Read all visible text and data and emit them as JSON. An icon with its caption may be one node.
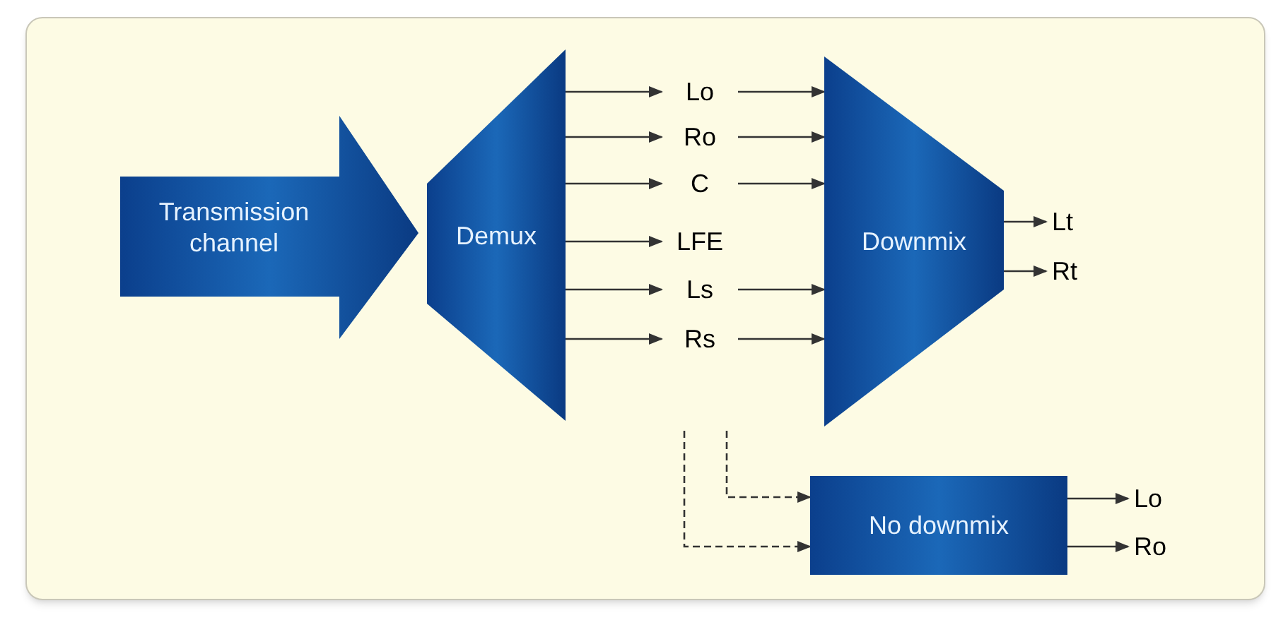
{
  "diagram": {
    "nodes": [
      {
        "text": [
          "Transmission channel"
        ]
      },
      {
        "text": [
          "Demux"
        ]
      },
      {
        "text": [
          "Lo"
        ]
      },
      {
        "text": [
          "Ro"
        ]
      },
      {
        "text": [
          "C"
        ]
      },
      {
        "text": [
          "LFE"
        ]
      },
      {
        "text": [
          "Ls"
        ]
      },
      {
        "text": [
          "Rs"
        ]
      },
      {
        "text": [
          "Downmix"
        ]
      },
      {
        "text": [
          "Lt"
        ]
      },
      {
        "text": [
          "Rt"
        ]
      },
      {
        "text": [
          "No downmix"
        ]
      },
      {
        "text": [
          "Lo"
        ]
      },
      {
        "text": [
          "Ro"
        ]
      }
    ],
    "edges": [
      {
        "from": 1,
        "to": 2,
        "arrow": "to"
      },
      {
        "from": 1,
        "to": 3,
        "arrow": "to"
      },
      {
        "from": 1,
        "to": 4,
        "arrow": "to"
      },
      {
        "from": 1,
        "to": 5,
        "arrow": "to"
      },
      {
        "from": 1,
        "to": 6,
        "arrow": "to"
      },
      {
        "from": 1,
        "to": 7,
        "arrow": "to"
      },
      {
        "from": 2,
        "to": 8,
        "arrow": "to"
      },
      {
        "from": 3,
        "to": 8,
        "arrow": "to"
      },
      {
        "from": 4,
        "to": 8,
        "arrow": "to"
      },
      {
        "from": 6,
        "to": 8,
        "arrow": "to"
      },
      {
        "from": 7,
        "to": 8,
        "arrow": "to"
      },
      {
        "from": 8,
        "to": 9,
        "arrow": "to"
      },
      {
        "from": 8,
        "to": 10,
        "arrow": "to"
      },
      {
        "from": null,
        "to": 11,
        "arrow": "to",
        "style": "dashed"
      },
      {
        "from": null,
        "to": 11,
        "arrow": "to",
        "style": "dashed"
      },
      {
        "from": 11,
        "to": 12,
        "arrow": "to"
      },
      {
        "from": 11,
        "to": 13,
        "arrow": "to"
      }
    ]
  }
}
